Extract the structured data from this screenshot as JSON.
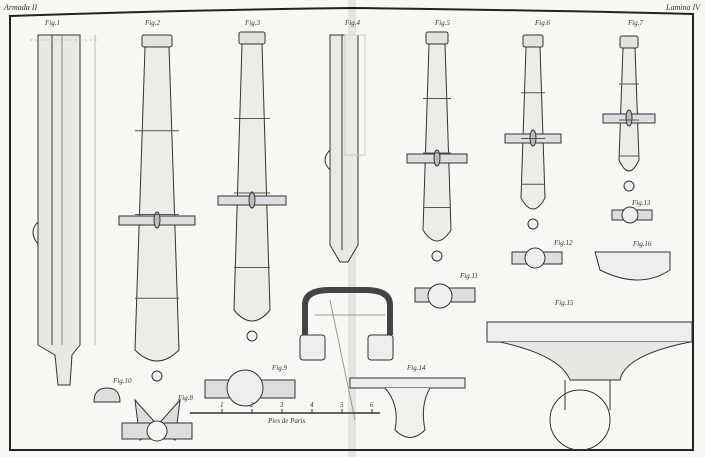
{
  "header": {
    "left": "Armada II",
    "right": "Lamina IV"
  },
  "figures": [
    "Fig.1",
    "Fig.2",
    "Fig.3",
    "Fig.4",
    "Fig.5",
    "Fig.6",
    "Fig.7",
    "Fig.8",
    "Fig.9",
    "Fig.10",
    "Fig.11",
    "Fig.12",
    "Fig.13",
    "Fig.14",
    "Fig.15",
    "Fig.16"
  ],
  "scale": {
    "label": "Pies de Paris",
    "ticks": [
      "1",
      "2",
      "3",
      "4",
      "5",
      "6"
    ]
  }
}
